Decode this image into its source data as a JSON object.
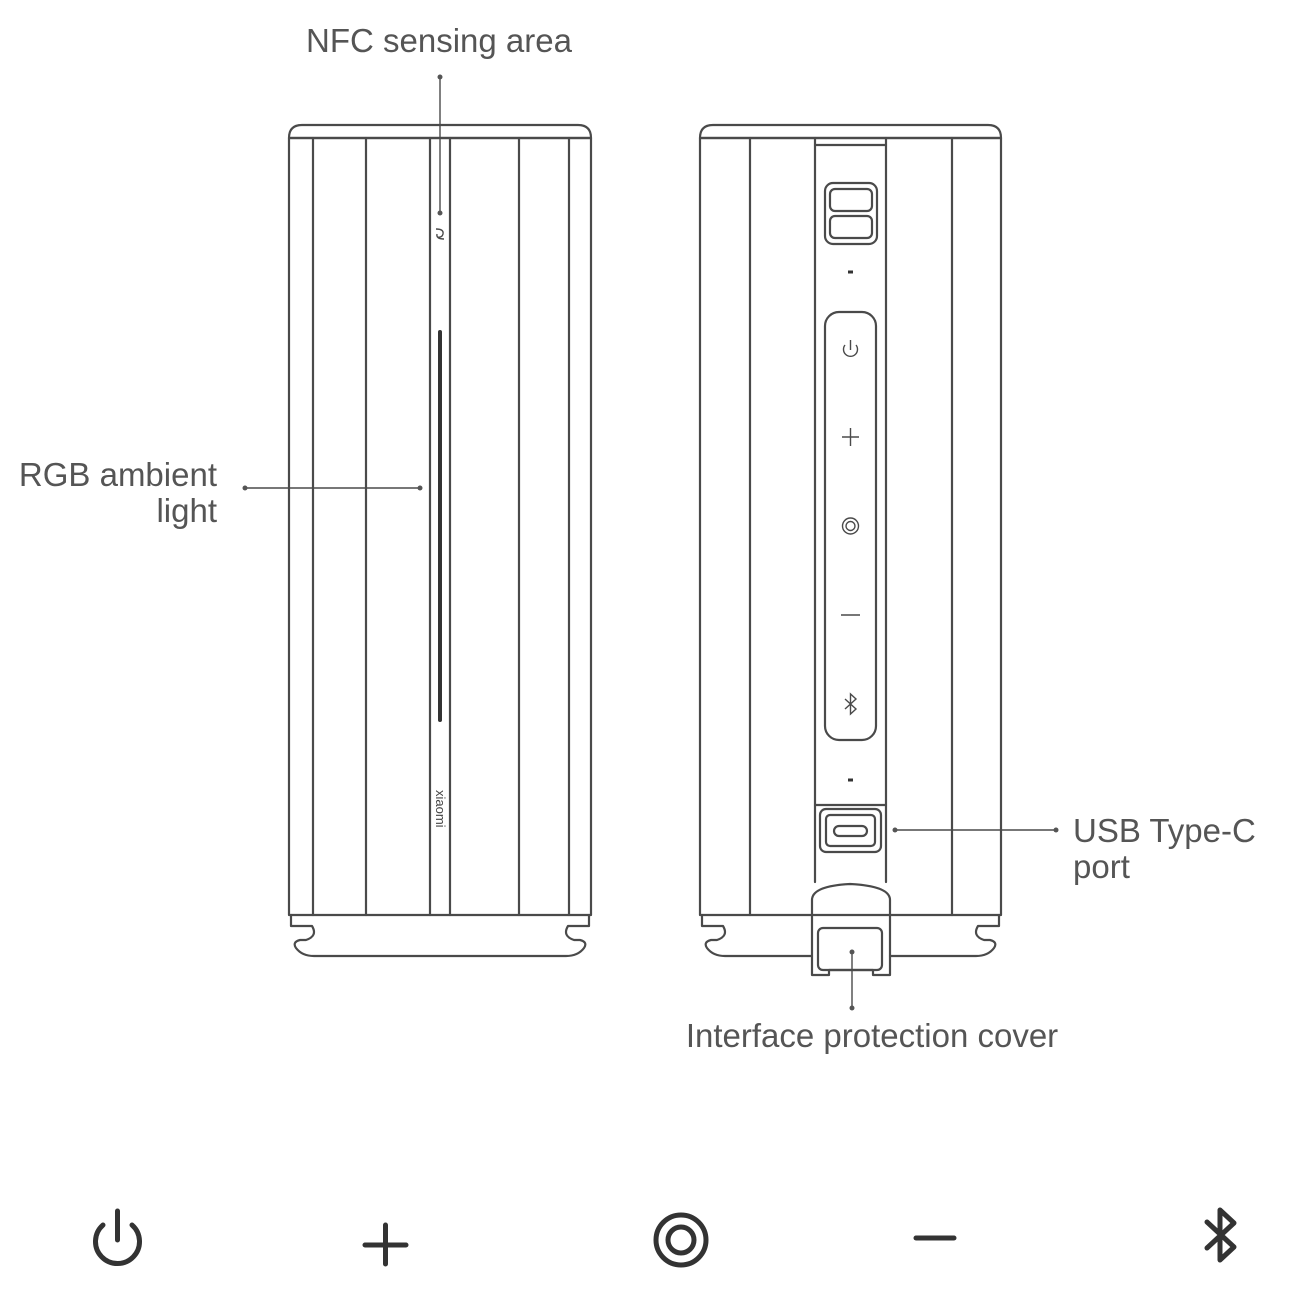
{
  "labels": {
    "nfc": "NFC sensing area",
    "rgb_line1": "RGB ambient",
    "rgb_line2": "light",
    "usb_line1": "USB Type-C",
    "usb_line2": "port",
    "cover": "Interface protection cover"
  },
  "logo_text": "xiaomi",
  "button_icons": [
    "power-icon",
    "plus-icon",
    "play-pause-icon",
    "minus-icon",
    "bluetooth-icon"
  ],
  "colors": {
    "line": "#4a4a4a",
    "text": "#555555"
  }
}
